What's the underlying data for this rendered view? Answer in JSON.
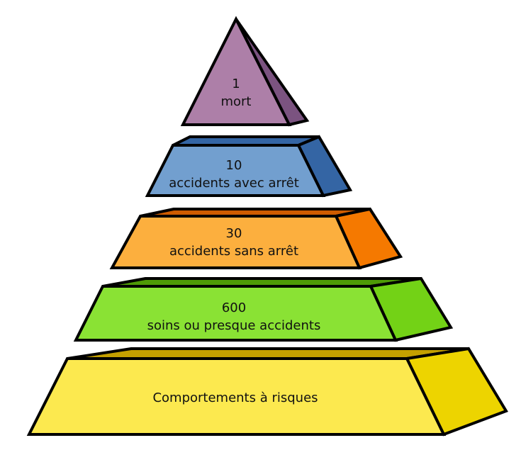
{
  "title": "Pyramide de Bird",
  "levels": [
    {
      "count": "1",
      "label": "mort",
      "colors": {
        "front": "#ad7fa8",
        "side": "#7b5380"
      }
    },
    {
      "count": "10",
      "label": "accidents avec arrêt",
      "colors": {
        "front": "#729fcf",
        "side": "#3465a4",
        "top": "#3465a4"
      }
    },
    {
      "count": "30",
      "label": "accidents sans arrêt",
      "colors": {
        "front": "#fcaf3e",
        "side": "#f57900",
        "top": "#ce5c00"
      }
    },
    {
      "count": "600",
      "label": "soins ou presque accidents",
      "colors": {
        "front": "#8ae234",
        "side": "#73d216",
        "top": "#4e9a06"
      }
    },
    {
      "label": "Comportements à risques",
      "colors": {
        "front": "#fce94f",
        "side": "#edd400",
        "top": "#c4a000"
      }
    }
  ]
}
